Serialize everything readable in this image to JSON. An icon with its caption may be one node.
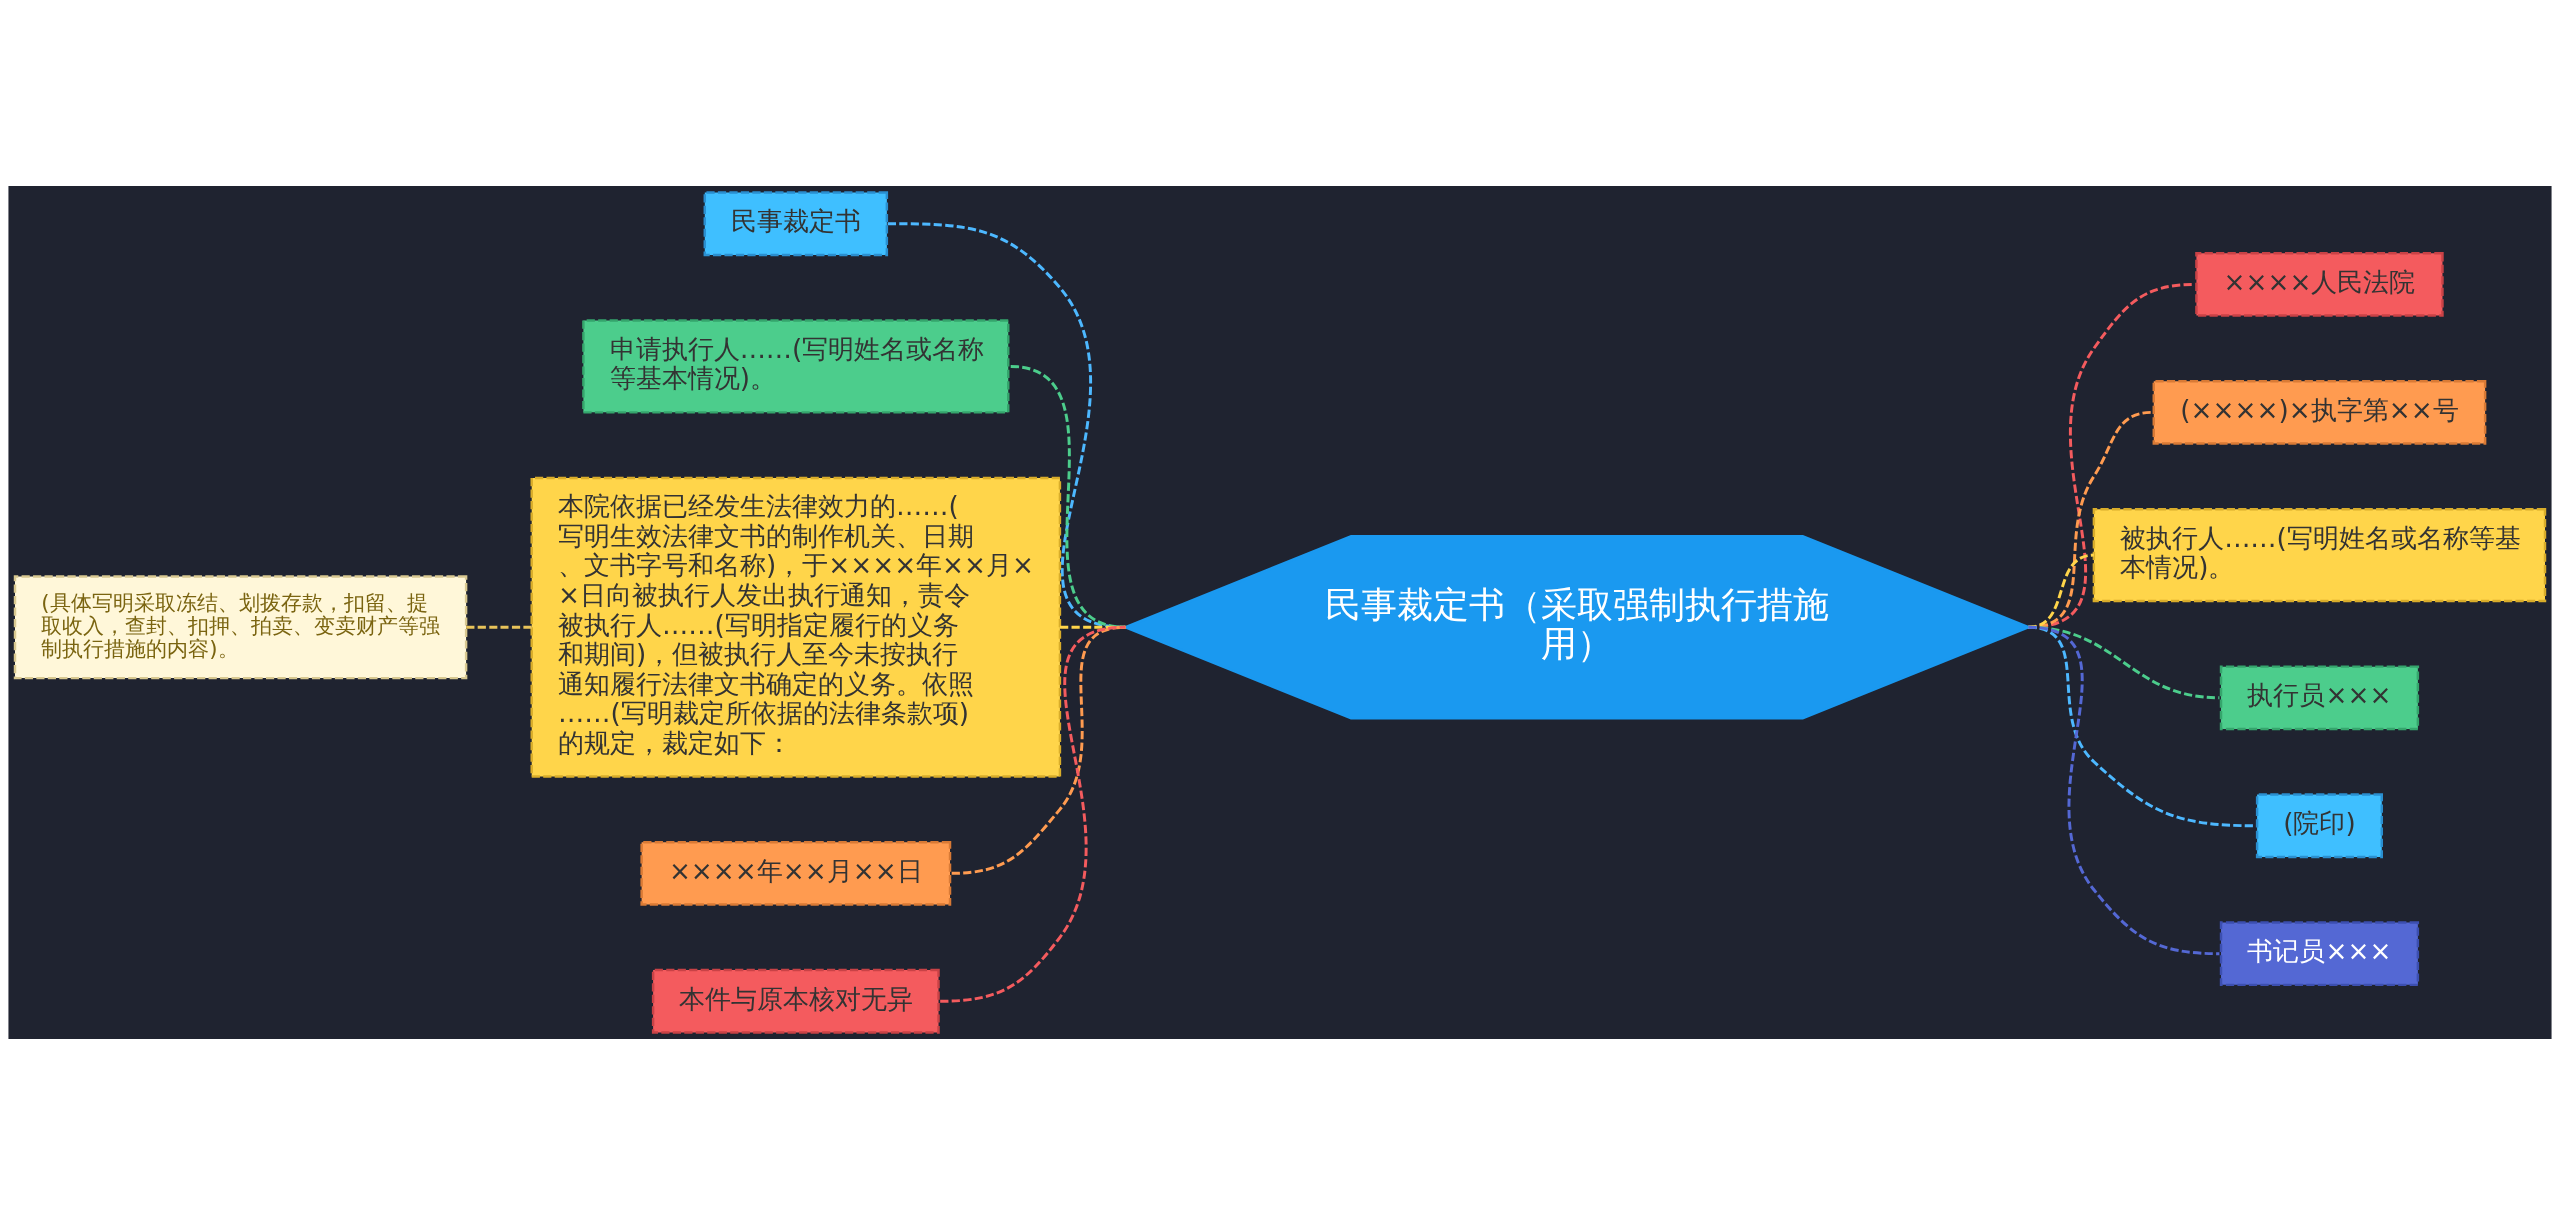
{
  "diagram": {
    "nodes": [
      {
        "text": [
          "民事裁定书（采取强制执行措施用）"
        ]
      },
      {
        "text": [
          "民事裁定书"
        ]
      },
      {
        "text": [
          "申请执行人……(写明姓名或名称等基本情况)。"
        ]
      },
      {
        "text": [
          "本院依据已经发生法律效力的……(写明生效法律文书的制作机关、日期、文书字号和名称)，于××××年××月××日向被执行人发出执行通知，责令被执行人……(写明指定履行的义务和期间)，但被执行人至今未按执行通知履行法律文书确定的义务。依照……(写明裁定所依据的法律条款项)的规定，裁定如下："
        ]
      },
      {
        "text": [
          "××××年××月××日"
        ]
      },
      {
        "text": [
          "本件与原本核对无异"
        ]
      },
      {
        "text": [
          "(具体写明采取冻结、划拨存款，扣留、提取收入，查封、扣押、拍卖、变卖财产等强制执行措施的内容)。"
        ]
      },
      {
        "text": [
          "××××人民法院"
        ]
      },
      {
        "text": [
          "(××××)×执字第××号"
        ]
      },
      {
        "text": [
          "被执行人……(写明姓名或名称等基本情况)。"
        ]
      },
      {
        "text": [
          "执行员×××"
        ]
      },
      {
        "text": [
          "(院印)"
        ]
      },
      {
        "text": [
          "书记员×××"
        ]
      }
    ],
    "edges": [
      {
        "from": 1,
        "to": 0,
        "arrow": "none",
        "style": "dashed",
        "color": "#4db8ff"
      },
      {
        "from": 2,
        "to": 0,
        "arrow": "none",
        "style": "dashed",
        "color": "#4ccd8c"
      },
      {
        "from": 3,
        "to": 0,
        "arrow": "none",
        "style": "dashed",
        "color": "#ffd54a"
      },
      {
        "from": 4,
        "to": 0,
        "arrow": "none",
        "style": "dashed",
        "color": "#ff9b50"
      },
      {
        "from": 5,
        "to": 0,
        "arrow": "none",
        "style": "dashed",
        "color": "#f45b5e"
      },
      {
        "from": 6,
        "to": 3,
        "arrow": "none",
        "style": "dashed",
        "color": "#e8c35a"
      },
      {
        "from": 0,
        "to": 7,
        "arrow": "none",
        "style": "dashed",
        "color": "#f45b5e"
      },
      {
        "from": 0,
        "to": 8,
        "arrow": "none",
        "style": "dashed",
        "color": "#ff9b50"
      },
      {
        "from": 0,
        "to": 9,
        "arrow": "none",
        "style": "dashed",
        "color": "#ffd54a"
      },
      {
        "from": 0,
        "to": 10,
        "arrow": "none",
        "style": "dashed",
        "color": "#4ccd8c"
      },
      {
        "from": 0,
        "to": 11,
        "arrow": "none",
        "style": "dashed",
        "color": "#4db8ff"
      },
      {
        "from": 0,
        "to": 12,
        "arrow": "none",
        "style": "dashed",
        "color": "#5468d4"
      }
    ]
  }
}
